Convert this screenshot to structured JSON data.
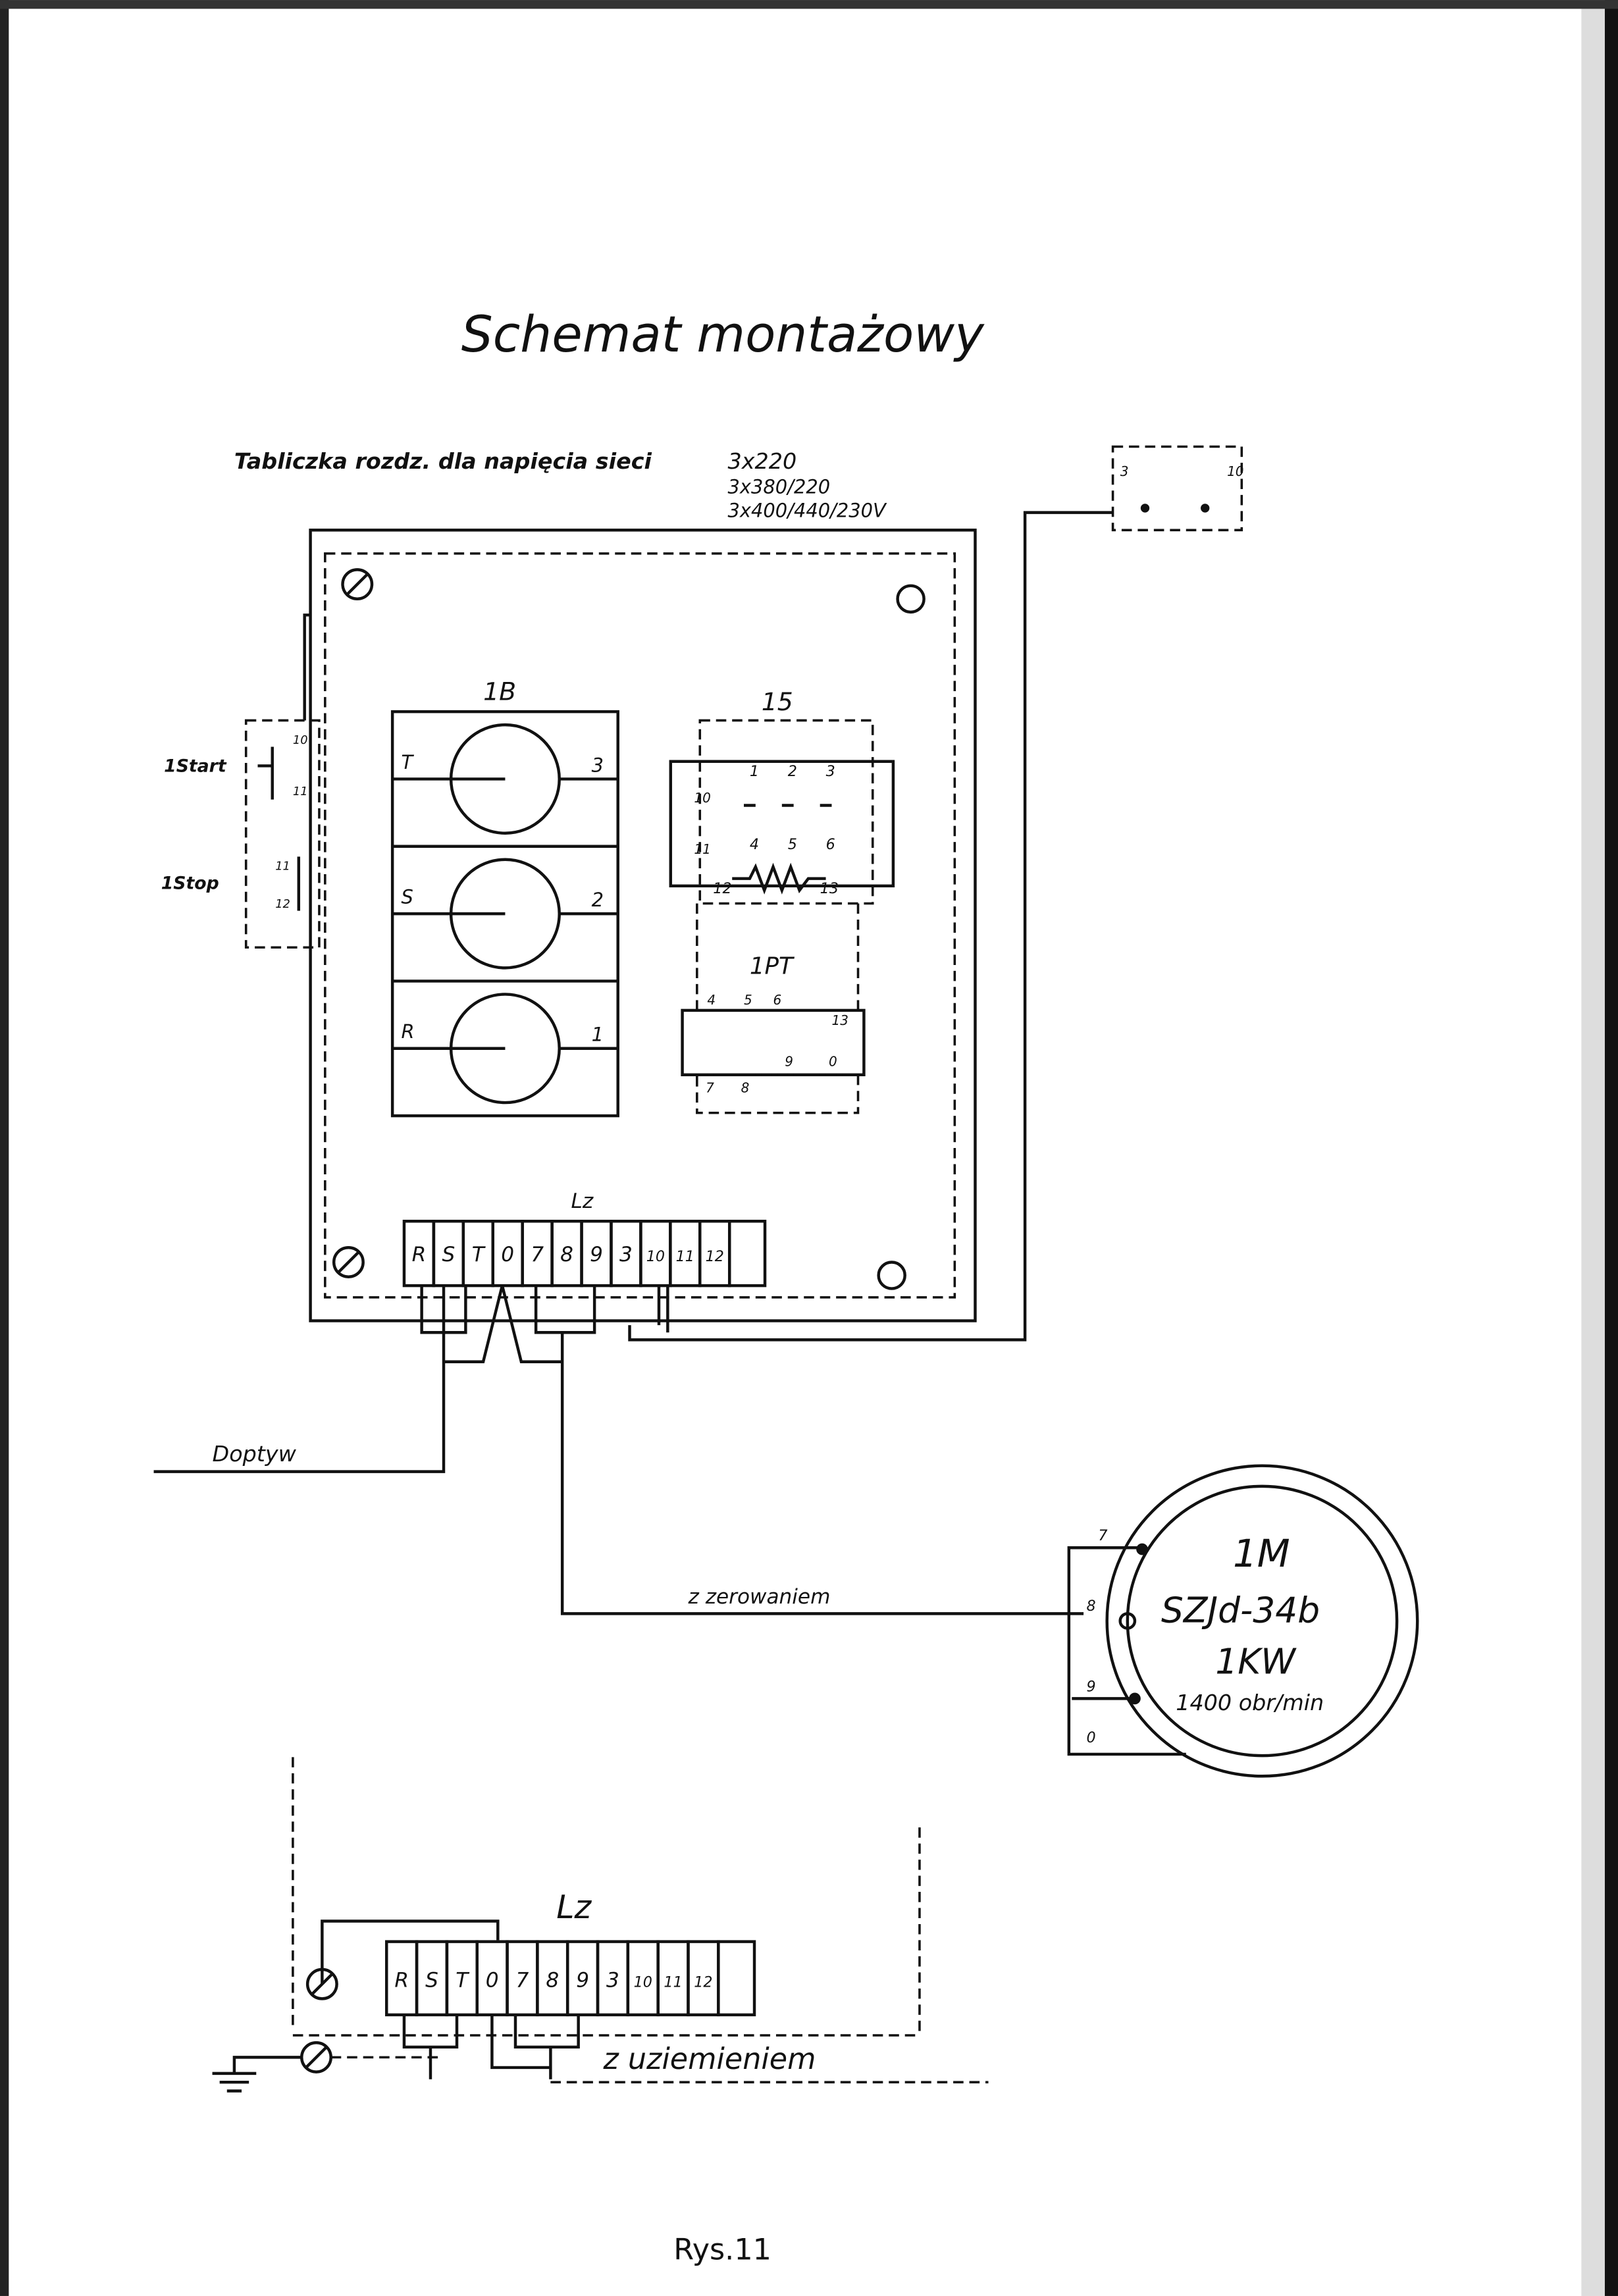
{
  "title": "Schemat montażowy",
  "plate": {
    "label": "Tabliczka rozdz. dla napięcia sieci",
    "voltages": [
      "3x220",
      "3x380/220",
      "3x400/440/230V"
    ],
    "terminals": [
      "3",
      "10"
    ]
  },
  "labels": {
    "block_1b": "1B",
    "block_15": "15",
    "block_1pt": "1PT",
    "start": "1Start",
    "stop": "1Stop",
    "start_contacts": [
      "10",
      "11"
    ],
    "stop_contacts": [
      "11",
      "12"
    ],
    "phases_left": [
      "T",
      "S",
      "R"
    ],
    "phases_right": [
      "3",
      "2",
      "1"
    ],
    "relay_15": [
      "10",
      "11",
      "1",
      "2",
      "3",
      "4",
      "5",
      "6",
      "12",
      "13"
    ],
    "relay_1pt": [
      "4",
      "5",
      "6",
      "13",
      "7",
      "8",
      "9",
      "0"
    ],
    "doptyw": "Doptyw",
    "z_zerowaniem": "z zerowaniem",
    "z_uziemieniem": "z uziemieniem",
    "lz": "Lz"
  },
  "terminals": [
    "R",
    "S",
    "T",
    "0",
    "7",
    "8",
    "9",
    "3",
    "10",
    "11",
    "12"
  ],
  "motor": {
    "name": "1M",
    "model": "SZJd-34b",
    "power": "1KW",
    "speed": "1400 obr/min",
    "pins": [
      "7",
      "8",
      "9",
      "0"
    ]
  },
  "caption": "Rys.11"
}
